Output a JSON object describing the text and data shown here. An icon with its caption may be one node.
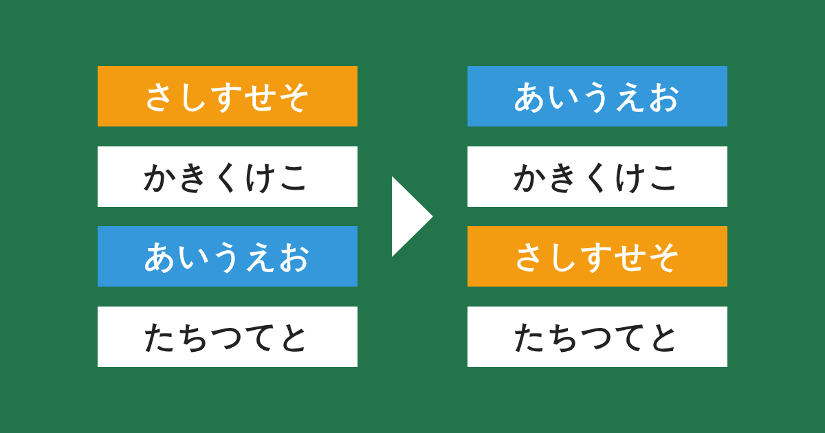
{
  "diagram": {
    "nodes": [
      {
        "text": [
          "さしすせそ"
        ]
      },
      {
        "text": [
          "かきくけこ"
        ]
      },
      {
        "text": [
          "あいうえお"
        ]
      },
      {
        "text": [
          "たちつてと"
        ]
      },
      {
        "text": [
          "あいうえお"
        ]
      },
      {
        "text": [
          "かきくけこ"
        ]
      },
      {
        "text": [
          "さしすせそ"
        ]
      },
      {
        "text": [
          "たちつてと"
        ]
      }
    ]
  }
}
